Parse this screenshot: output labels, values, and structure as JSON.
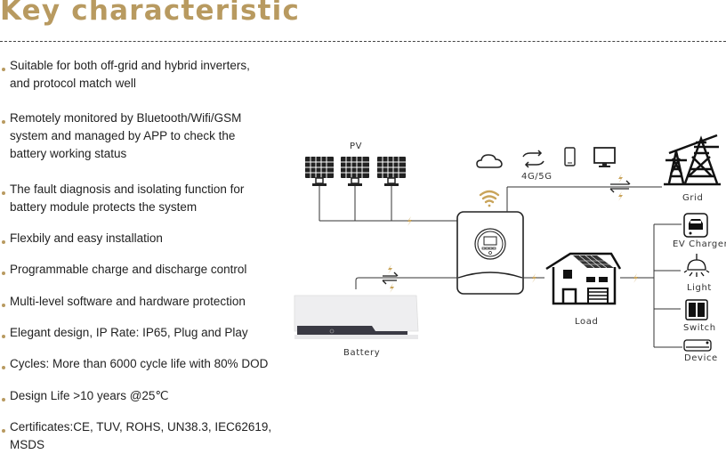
{
  "title": "Key characteristic",
  "features": [
    {
      "lines": [
        "Suitable for both off-grid and hybrid inverters,",
        "and protocol match well"
      ]
    },
    {
      "lines": [
        "Remotely monitored by Bluetooth/Wifi/GSM",
        "system and managed by APP to check the",
        "battery working status"
      ]
    },
    {
      "lines": [
        "The fault diagnosis and isolating function for",
        "battery module protects the system"
      ]
    },
    {
      "lines": [
        "Flexbily and easy installation"
      ]
    },
    {
      "lines": [
        "Programmable charge and discharge control"
      ]
    },
    {
      "lines": [
        "Multi-level software and hardware protection"
      ]
    },
    {
      "lines": [
        "Elegant design, IP Rate: IP65, Plug and Play"
      ]
    },
    {
      "lines": [
        "Cycles: More than 6000 cycle life with 80% DOD"
      ]
    },
    {
      "lines": [
        "Design Life >10 years @25℃"
      ]
    },
    {
      "lines": [
        "Certificates:CE, TUV, ROHS, UN38.3, IEC62619, MSDS"
      ]
    }
  ],
  "diagram": {
    "pv_label": "PV",
    "network_label": "4G/5G",
    "grid_label": "Grid",
    "load_label": "Load",
    "battery_label": "Battery",
    "devices": [
      "EV Charger",
      "Light",
      "Switch",
      "Device"
    ]
  },
  "colors": {
    "accent": "#b89a60",
    "text": "#222222",
    "line": "#333333"
  }
}
